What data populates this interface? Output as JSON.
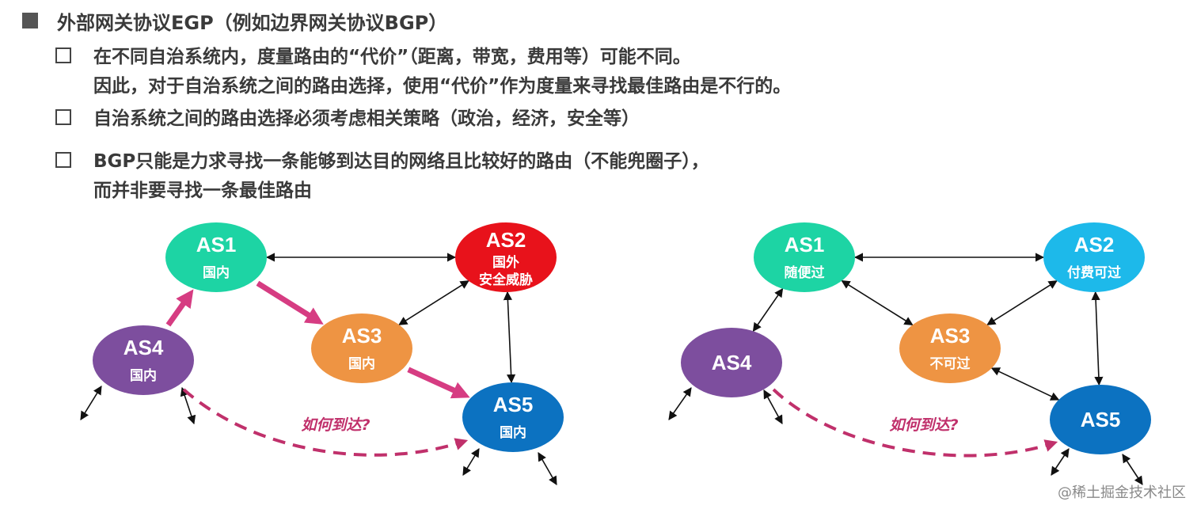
{
  "heading": {
    "text": "外部网关协议EGP（例如边界网关协议BGP）"
  },
  "bullets": [
    {
      "lines": [
        "在不同自治系统内，度量路由的“代价”（距离，带宽，费用等）可能不同。",
        "因此，对于自治系统之间的路由选择，使用“代价”作为度量来寻找最佳路由是不行的。"
      ]
    },
    {
      "lines": [
        "自治系统之间的路由选择必须考虑相关策略（政治，经济，安全等）"
      ]
    },
    {
      "lines": [
        "BGP只能是力求寻找一条能够到达目的网络且比较好的路由（不能兜圈子），",
        "而并非要寻找一条最佳路由"
      ]
    }
  ],
  "diagrams": [
    {
      "question": "如何到达?",
      "nodes": [
        {
          "id": "AS1",
          "label": "AS1",
          "sub": [
            "国内"
          ],
          "color": "#1dd4a4"
        },
        {
          "id": "AS2",
          "label": "AS2",
          "sub": [
            "国外",
            "安全威胁"
          ],
          "color": "#e8121b"
        },
        {
          "id": "AS3",
          "label": "AS3",
          "sub": [
            "国内"
          ],
          "color": "#ee9443"
        },
        {
          "id": "AS4",
          "label": "AS4",
          "sub": [
            "国内"
          ],
          "color": "#7d4e9e"
        },
        {
          "id": "AS5",
          "label": "AS5",
          "sub": [
            "国内"
          ],
          "color": "#0c72c1"
        }
      ]
    },
    {
      "question": "如何到达?",
      "nodes": [
        {
          "id": "AS1",
          "label": "AS1",
          "sub": [
            "随便过"
          ],
          "color": "#1dd4a4"
        },
        {
          "id": "AS2",
          "label": "AS2",
          "sub": [
            "付费可过"
          ],
          "color": "#1db9ea"
        },
        {
          "id": "AS3",
          "label": "AS3",
          "sub": [
            "不可过"
          ],
          "color": "#ee9443"
        },
        {
          "id": "AS4",
          "label": "AS4",
          "sub": [],
          "color": "#7d4e9e"
        },
        {
          "id": "AS5",
          "label": "AS5",
          "sub": [],
          "color": "#0c72c1"
        }
      ]
    }
  ],
  "colors": {
    "path": "#d63c82",
    "dashed": "#c0306b",
    "edge": "#111111"
  },
  "watermark": "@稀土掘金技术社区"
}
